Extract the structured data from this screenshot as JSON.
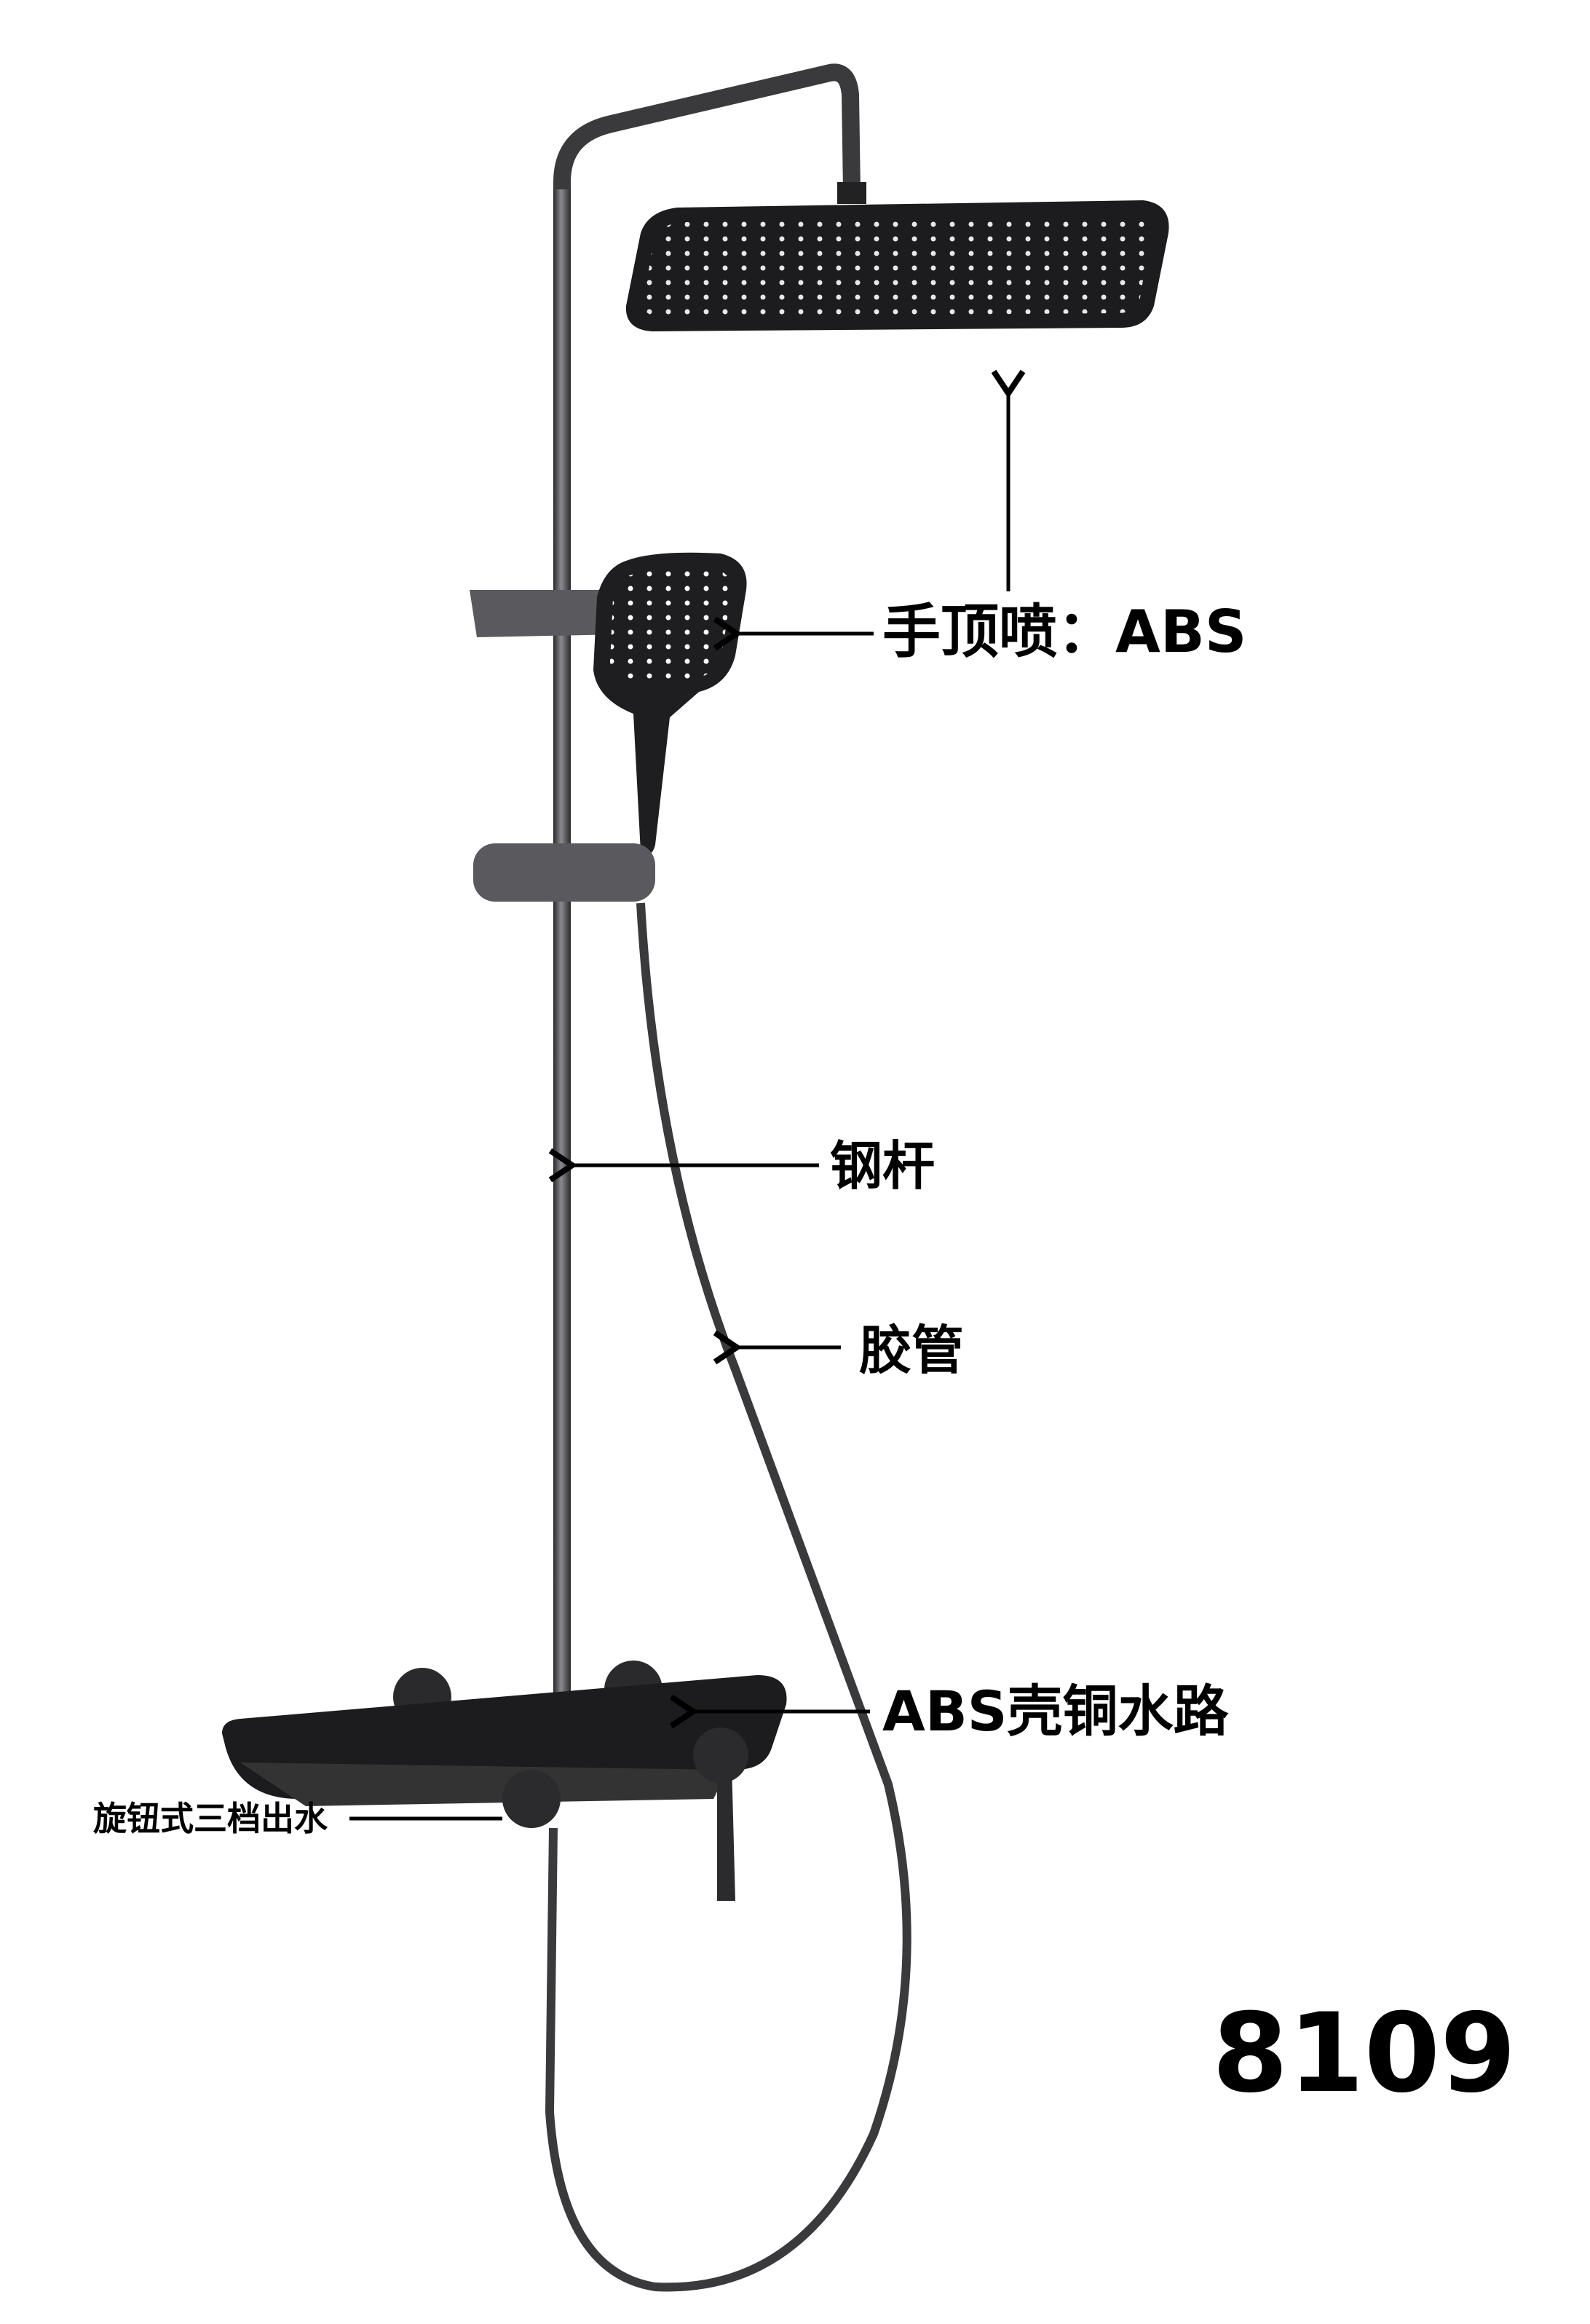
{
  "labels": {
    "hand_top_spray": "手顶喷：ABS",
    "steel_rod": "钢杆",
    "hose": "胶管",
    "abs_shell": "ABS壳铜水路",
    "knob": "旋钮式三档出水"
  },
  "model_number": "8109",
  "colors": {
    "product": "#2b2b2d",
    "metal": "#4a4a4e",
    "label": "#000000"
  }
}
